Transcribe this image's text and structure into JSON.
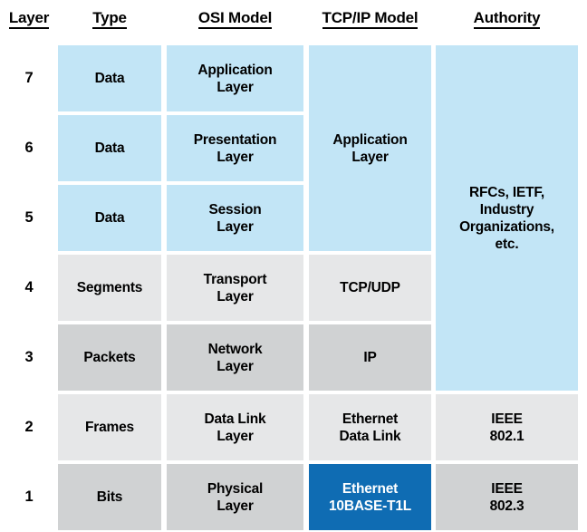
{
  "title": "OSI Model vs TCP/IP Model network layer comparison table",
  "colors": {
    "blue_fill": "#c2e5f6",
    "gray_light_fill": "#e6e7e8",
    "gray_dark_fill": "#d0d2d3",
    "accent_fill": "#0f6cb3",
    "accent_text": "#ffffff",
    "text": "#000000",
    "background": "#ffffff"
  },
  "headers": [
    {
      "key": "layer",
      "label": "Layer"
    },
    {
      "key": "type",
      "label": "Type"
    },
    {
      "key": "osi",
      "label": "OSI Model"
    },
    {
      "key": "tcpip",
      "label": "TCP/IP Model"
    },
    {
      "key": "authority",
      "label": "Authority"
    }
  ],
  "rows": [
    {
      "layer": "7",
      "type": "Data",
      "osi": [
        "Application",
        "Layer"
      ]
    },
    {
      "layer": "6",
      "type": "Data",
      "osi": [
        "Presentation",
        "Layer"
      ]
    },
    {
      "layer": "5",
      "type": "Data",
      "osi": [
        "Session",
        "Layer"
      ]
    },
    {
      "layer": "4",
      "type": "Segments",
      "osi": [
        "Transport",
        "Layer"
      ],
      "tcpip": [
        "TCP/UDP"
      ]
    },
    {
      "layer": "3",
      "type": "Packets",
      "osi": [
        "Network",
        "Layer"
      ],
      "tcpip": [
        "IP"
      ]
    },
    {
      "layer": "2",
      "type": "Frames",
      "osi": [
        "Data Link",
        "Layer"
      ],
      "tcpip": [
        "Ethernet",
        "Data Link"
      ],
      "authority": [
        "IEEE",
        "802.1"
      ]
    },
    {
      "layer": "1",
      "type": "Bits",
      "osi": [
        "Physical",
        "Layer"
      ],
      "tcpip": [
        "Ethernet",
        "10BASE-T1L"
      ],
      "authority": [
        "IEEE",
        "802.3"
      ]
    }
  ],
  "merged_cells": {
    "tcpip_application": {
      "lines": [
        "Application",
        "Layer"
      ],
      "spans_layers": [
        "7",
        "6",
        "5"
      ]
    },
    "authority_upper": {
      "lines": [
        "RFCs, IETF,",
        "Industry",
        "Organizations,",
        "etc."
      ],
      "spans_layers": [
        "7",
        "6",
        "5",
        "4",
        "3"
      ]
    }
  },
  "highlight": {
    "cell": "tcpip-layer-1",
    "text": [
      "Ethernet",
      "10BASE-T1L"
    ]
  }
}
